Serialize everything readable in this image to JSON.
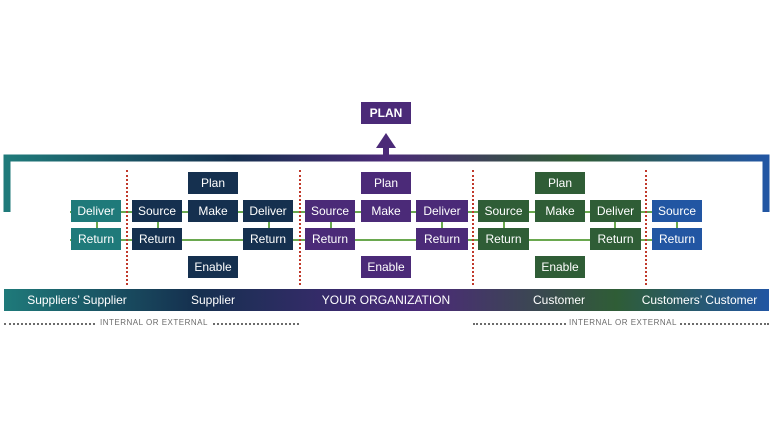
{
  "top_plan": "PLAN",
  "colors": {
    "teal": "#1f7a7a",
    "navy": "#15304f",
    "purple": "#4b2a78",
    "green": "#2f5d36",
    "blue": "#2256a3",
    "connector": "#6aa84f",
    "divider": "#c0392b"
  },
  "suppliers_supplier": {
    "deliver": "Deliver",
    "return": "Return"
  },
  "supplier": {
    "plan": "Plan",
    "source": "Source",
    "make": "Make",
    "deliver": "Deliver",
    "return_source": "Return",
    "return_deliver": "Return",
    "enable": "Enable"
  },
  "organization": {
    "plan": "Plan",
    "source": "Source",
    "make": "Make",
    "deliver": "Deliver",
    "return_source": "Return",
    "return_deliver": "Return",
    "enable": "Enable"
  },
  "customer": {
    "plan": "Plan",
    "source": "Source",
    "make": "Make",
    "deliver": "Deliver",
    "return_source": "Return",
    "return_deliver": "Return",
    "enable": "Enable"
  },
  "customers_customer": {
    "source": "Source",
    "return": "Return"
  },
  "bar_labels": [
    "Suppliers’ Supplier",
    "Supplier",
    "YOUR ORGANIZATION",
    "Customer",
    "Customers’ Customer"
  ],
  "internal_external": [
    "INTERNAL OR EXTERNAL",
    "INTERNAL OR EXTERNAL"
  ]
}
